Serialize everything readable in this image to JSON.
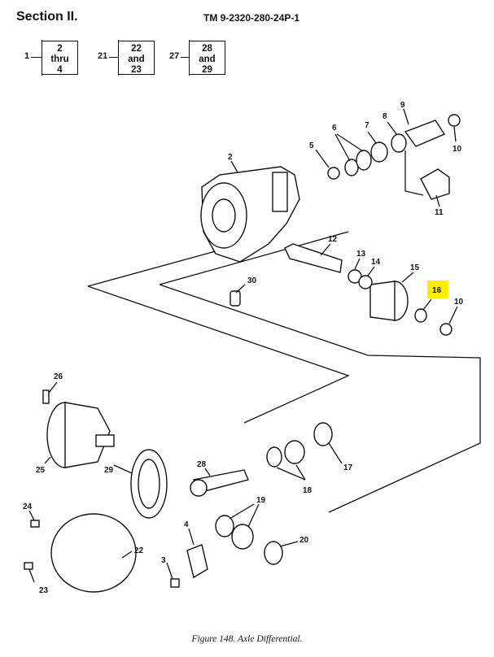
{
  "header": {
    "section": "Section II.",
    "tm_number": "TM 9-2320-280-24P-1"
  },
  "legend": [
    {
      "item": "1",
      "ref_lines": [
        "2",
        "thru",
        "4"
      ]
    },
    {
      "item": "21",
      "ref_lines": [
        "22",
        "and",
        "23"
      ]
    },
    {
      "item": "27",
      "ref_lines": [
        "28",
        "and",
        "29"
      ]
    }
  ],
  "callouts": {
    "c2": "2",
    "c3": "3",
    "c4": "4",
    "c5": "5",
    "c6": "6",
    "c7": "7",
    "c8": "8",
    "c9": "9",
    "c10a": "10",
    "c10b": "10",
    "c11": "11",
    "c12": "12",
    "c13": "13",
    "c14": "14",
    "c15": "15",
    "c16": "16",
    "c17": "17",
    "c18": "18",
    "c19": "19",
    "c20": "20",
    "c22": "22",
    "c23": "23",
    "c24": "24",
    "c25": "25",
    "c26": "26",
    "c28": "28",
    "c29": "29",
    "c30": "30"
  },
  "highlight_color": "#ffee00",
  "caption": "Figure 148.  Axle Differential."
}
